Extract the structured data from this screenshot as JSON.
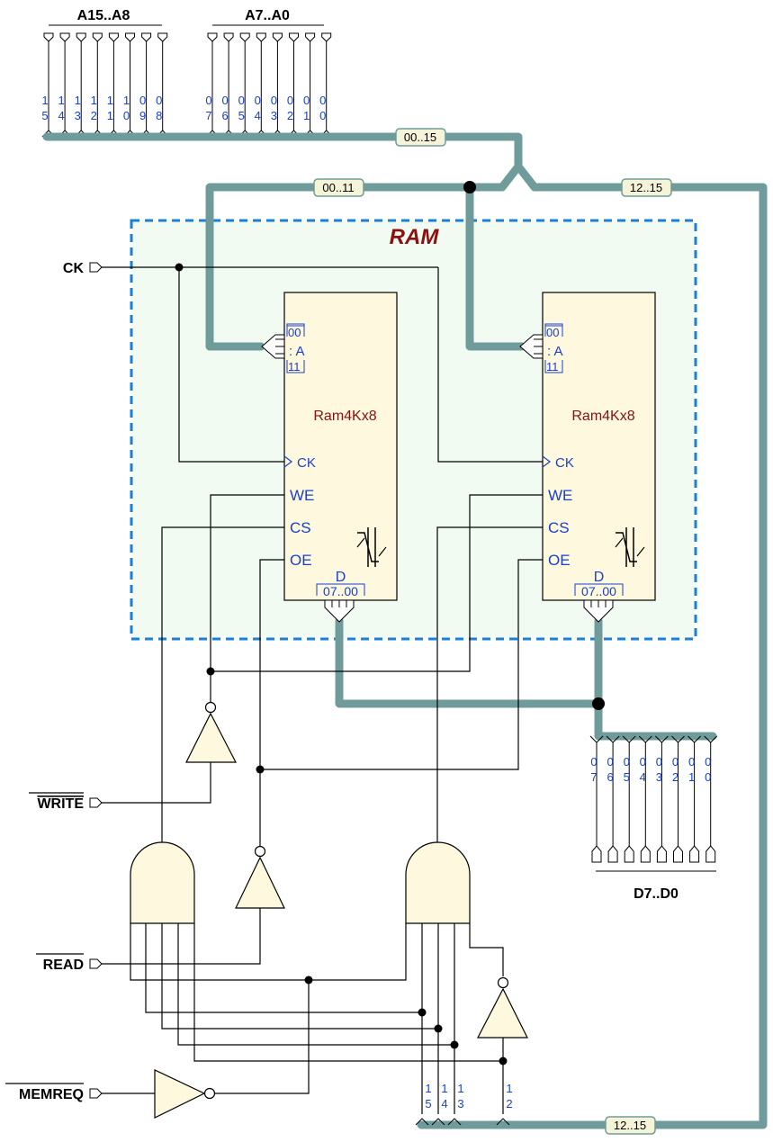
{
  "diagram": {
    "address_high_label": "A15..A8",
    "address_low_label": "A7..A0",
    "address_high_pins": [
      [
        "1",
        "5"
      ],
      [
        "1",
        "4"
      ],
      [
        "1",
        "3"
      ],
      [
        "1",
        "2"
      ],
      [
        "1",
        "1"
      ],
      [
        "1",
        "0"
      ],
      [
        "0",
        "9"
      ],
      [
        "0",
        "8"
      ]
    ],
    "address_low_pins": [
      [
        "0",
        "7"
      ],
      [
        "0",
        "6"
      ],
      [
        "0",
        "5"
      ],
      [
        "0",
        "4"
      ],
      [
        "0",
        "3"
      ],
      [
        "0",
        "2"
      ],
      [
        "0",
        "1"
      ],
      [
        "0",
        "0"
      ]
    ],
    "data_pins": [
      [
        "0",
        "7"
      ],
      [
        "0",
        "6"
      ],
      [
        "0",
        "5"
      ],
      [
        "0",
        "4"
      ],
      [
        "0",
        "3"
      ],
      [
        "0",
        "2"
      ],
      [
        "0",
        "1"
      ],
      [
        "0",
        "0"
      ]
    ],
    "bus_main": "00..15",
    "bus_low": "00..11",
    "bus_high": "12..15",
    "bus_bottom": "12..15",
    "ram_group_title": "RAM",
    "chip_name": "Ram4Kx8",
    "chip_addr_top": "00",
    "chip_addr_letter": ": A",
    "chip_addr_bottom": "11",
    "pin_ck": "CK",
    "pin_we": "WE",
    "pin_cs": "CS",
    "pin_oe": "OE",
    "pin_d": "D",
    "pin_d_range": "07..00",
    "signal_ck": "CK",
    "signal_write": "WRITE",
    "signal_read": "READ",
    "signal_memreq": "MEMREQ",
    "data_label": "D7..D0",
    "bottom_pins": [
      [
        "1",
        "5"
      ],
      [
        "1",
        "4"
      ],
      [
        "1",
        "3"
      ],
      [
        "1",
        "2"
      ]
    ],
    "colors": {
      "bus": "#6f9c9a",
      "group_border": "#1c7fd6",
      "group_fill": "#f1fbf2",
      "title": "#8b1010",
      "pin_text": "#1a3fd0"
    }
  }
}
